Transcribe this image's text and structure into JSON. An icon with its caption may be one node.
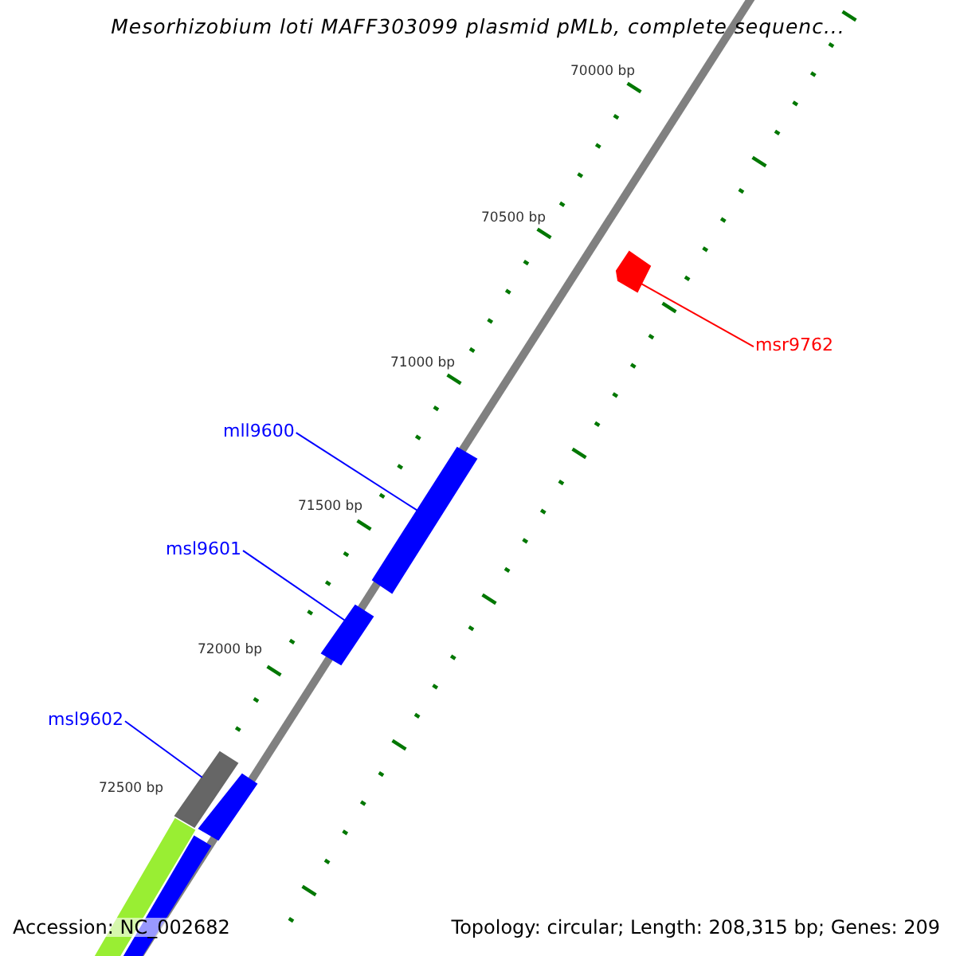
{
  "diagram": {
    "title": "Mesorhizobium loti MAFF303099 plasmid pMLb, complete sequenc...",
    "nodes": [
      {
        "text": [
          "mll9600"
        ]
      },
      {
        "text": [
          "msl9601"
        ]
      },
      {
        "text": [
          "msl9602"
        ]
      },
      {
        "text": [
          "msr9762"
        ]
      },
      {
        "text": [],
        "shape": "bar"
      },
      {
        "text": [],
        "shape": "bar"
      },
      {
        "text": [],
        "shape": "bar"
      },
      {
        "text": [],
        "shape": "bar"
      },
      {
        "text": [],
        "shape": "bar"
      },
      {
        "text": [],
        "shape": "bar"
      },
      {
        "text": [],
        "shape": "bar"
      }
    ],
    "edges": [
      {
        "from": 0,
        "to": 4,
        "arrow": "none"
      },
      {
        "from": 1,
        "to": 5,
        "arrow": "none"
      },
      {
        "from": 2,
        "to": 6,
        "arrow": "none"
      },
      {
        "from": 3,
        "to": 7,
        "arrow": "none",
        "color": "#ff0000"
      }
    ],
    "labels": [
      "70000 bp",
      "70500 bp",
      "71000 bp",
      "71500 bp",
      "72000 bp",
      "72500 bp",
      "Accession: NC_002682",
      "Topology: circular; Length: 208,315 bp; Genes: 209"
    ]
  }
}
